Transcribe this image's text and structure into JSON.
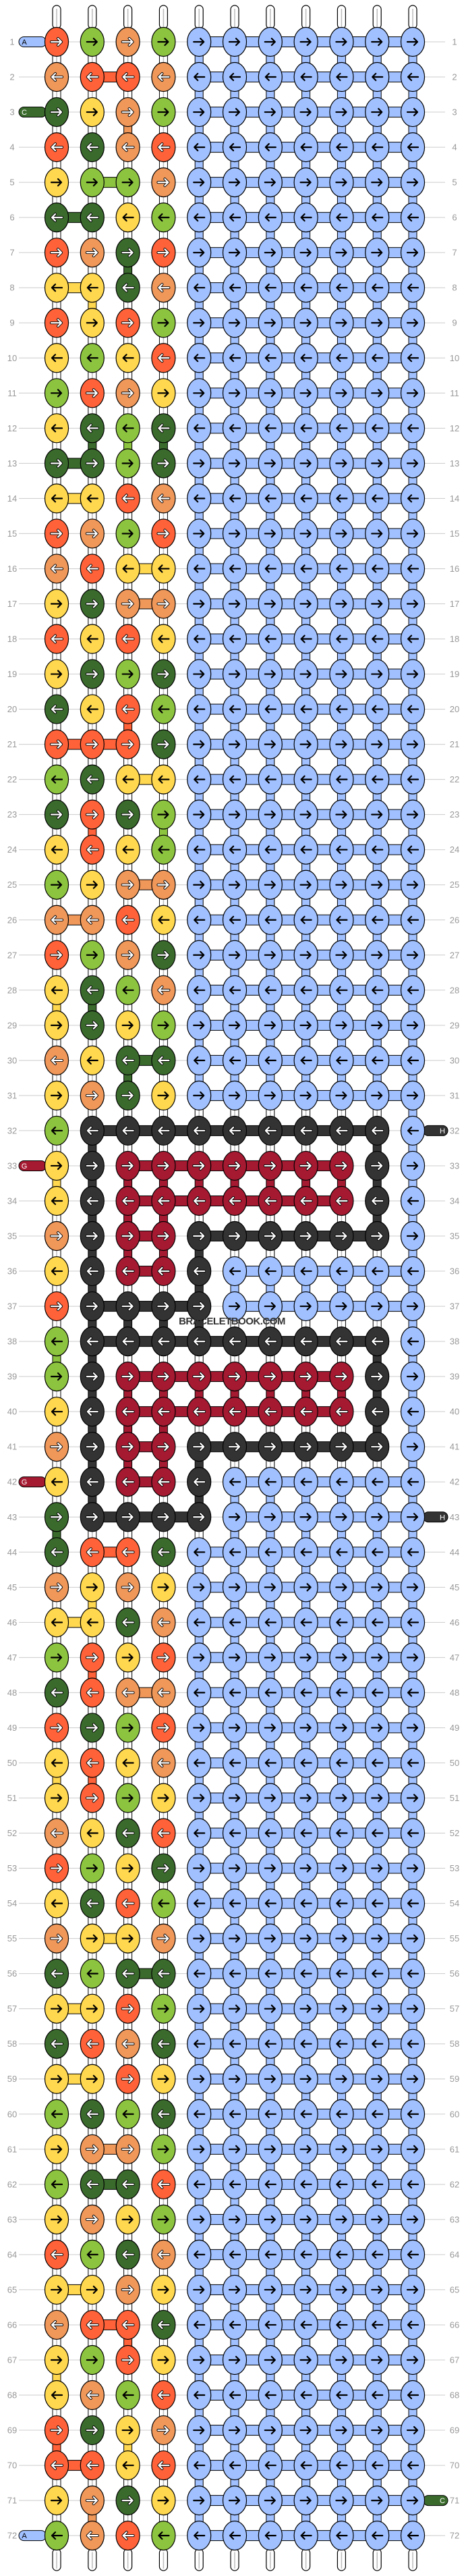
{
  "pattern": {
    "site_watermark": "BRACELETBOOK.COM",
    "columns": 11,
    "rows": 72,
    "colors": {
      "R": "#FF6138",
      "O": "#F0975A",
      "G": "#8DC43F",
      "D": "#3A6B2C",
      "Y": "#FFD84F",
      "B": "#A0C0FF",
      "K": "#333333",
      "M": "#A51931"
    },
    "arrow_colors": {
      "R": "#ffffff",
      "O": "#ffffff",
      "G": "#000000",
      "D": "#ffffff",
      "Y": "#000000",
      "B": "#000000",
      "K": "#ffffff",
      "M": "#ffffff"
    },
    "direction_rule": "odd rows right-arrow, even rows left-arrow",
    "grid": [
      "RGOGBBBBBBB",
      "ORROBBBBBBB",
      "DYOGBBBBBBB",
      "RDORBBBBBBB",
      "YGGOBBBBBBB",
      "DDYGBBBBBBB",
      "RODRBBBBBBB",
      "YYDOBBBBBBB",
      "RYRGBBBBBBB",
      "YGYRBBBBBBB",
      "GROYBBBBBBB",
      "YDGDBBBBBBB",
      "DDGDBBBBBBB",
      "YYROBBBBBBB",
      "ROGRBBBBBBB",
      "ORYYBBBBBBB",
      "YDOOBBBBBBB",
      "RYRYBBBBBBB",
      "YDGDBBBBBBB",
      "DYRGBBBBBBB",
      "RRRDBBBBBBB",
      "GDYYBBBBBBB",
      "DRDGBBBBBBB",
      "YRYGBBBBBBB",
      "GYOOBBBBBBB",
      "OORYBBBBBBB",
      "RGODBBBBBBB",
      "YDGOBBBBBBB",
      "YDYGBBBBBBB",
      "OYDDBBBBBBB",
      "YODYBBBBBBB",
      "GKKKKKKKKKB",
      "YKMMMMMMMKB",
      "YKMMMMMMMKB",
      "OKMMKKKKKKB",
      "YKMMKBBBBBB",
      "RKKKKBBBBBB",
      "GKKKKKKKKKB",
      "GKMMMMMMMKB",
      "YKMMMMMMMKB",
      "OKMMKKKKKKB",
      "YKMMKBBBBBB",
      "DKKKKBBBBBB",
      "DRRDBBBBBBB",
      "OYOYBBBBBBB",
      "YYDOBBBBBBB",
      "GRYRBBBBBBB",
      "DROOBBBBBBB",
      "RDGRBBBBBBB",
      "YRYOBBBBBBB",
      "YRGYBBBBBBB",
      "OYDRBBBBBBB",
      "RGYDBBBBBBB",
      "YDRGBBBBBBB",
      "OYYOBBBBBBB",
      "DGDDBBBBBBB",
      "YYRGBBBBBBB",
      "DRODBBBBBBB",
      "YYRYBBBBBBB",
      "GDGDBBBBBBB",
      "YOOGBBBBBBB",
      "GDDRBBBBBBB",
      "YOYGBBBBBBB",
      "RGDOBBBBBBB",
      "YYOYBBBBBBB",
      "ORRDBBBBBBB",
      "YGRYBBBBBBB",
      "YOGRBBBBBBB",
      "RDYOBBBBBBB",
      "RRYRBBBBBBB",
      "YODYBBBBBBB",
      "GORGBBBBBBB"
    ],
    "left_tails": [
      {
        "row": 1,
        "label": "A",
        "color": "B"
      },
      {
        "row": 3,
        "label": "C",
        "color": "D"
      },
      {
        "row": 33,
        "label": "G",
        "color": "M"
      },
      {
        "row": 42,
        "label": "G",
        "color": "M"
      },
      {
        "row": 72,
        "label": "A",
        "color": "B"
      }
    ],
    "right_tails": [
      {
        "row": 32,
        "label": "H",
        "color": "K"
      },
      {
        "row": 43,
        "label": "H",
        "color": "K"
      },
      {
        "row": 71,
        "label": "C",
        "color": "D"
      }
    ]
  }
}
